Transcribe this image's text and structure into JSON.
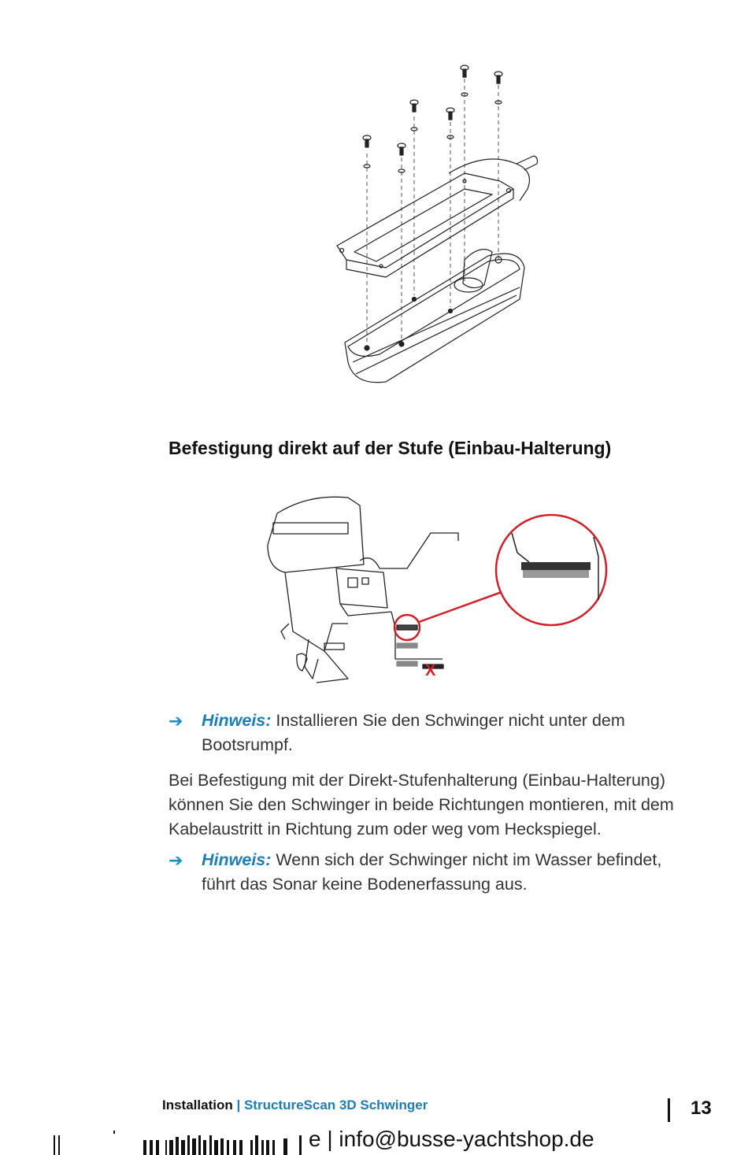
{
  "section": {
    "heading": "Befestigung direkt auf der Stufe (Einbau-Halterung)"
  },
  "notes": [
    {
      "label": "Hinweis:",
      "text": " Installieren Sie den Schwinger nicht unter dem Bootsrumpf."
    },
    {
      "label": "Hinweis:",
      "text": " Wenn sich der Schwinger nicht im Wasser befindet, führt das Sonar keine Bodenerfassung aus."
    }
  ],
  "paragraph": "Bei Befestigung mit der Direkt-Stufenhalterung (Einbau-Halterung) können Sie den Schwinger in beide Richtungen montieren, mit dem Kabelaustritt in Richtung zum oder weg vom Heckspiegel.",
  "footer": {
    "chapter": "Installation",
    "separator": "|",
    "product": "StructureScan 3D Schwinger",
    "page_number": "13"
  },
  "watermark": {
    "text": "e  |  info@busse-yachtshop.de"
  },
  "figure": {
    "wrong_mark": "X"
  },
  "colors": {
    "accent": "#1b7fb3",
    "highlight_red": "#d0202a"
  }
}
